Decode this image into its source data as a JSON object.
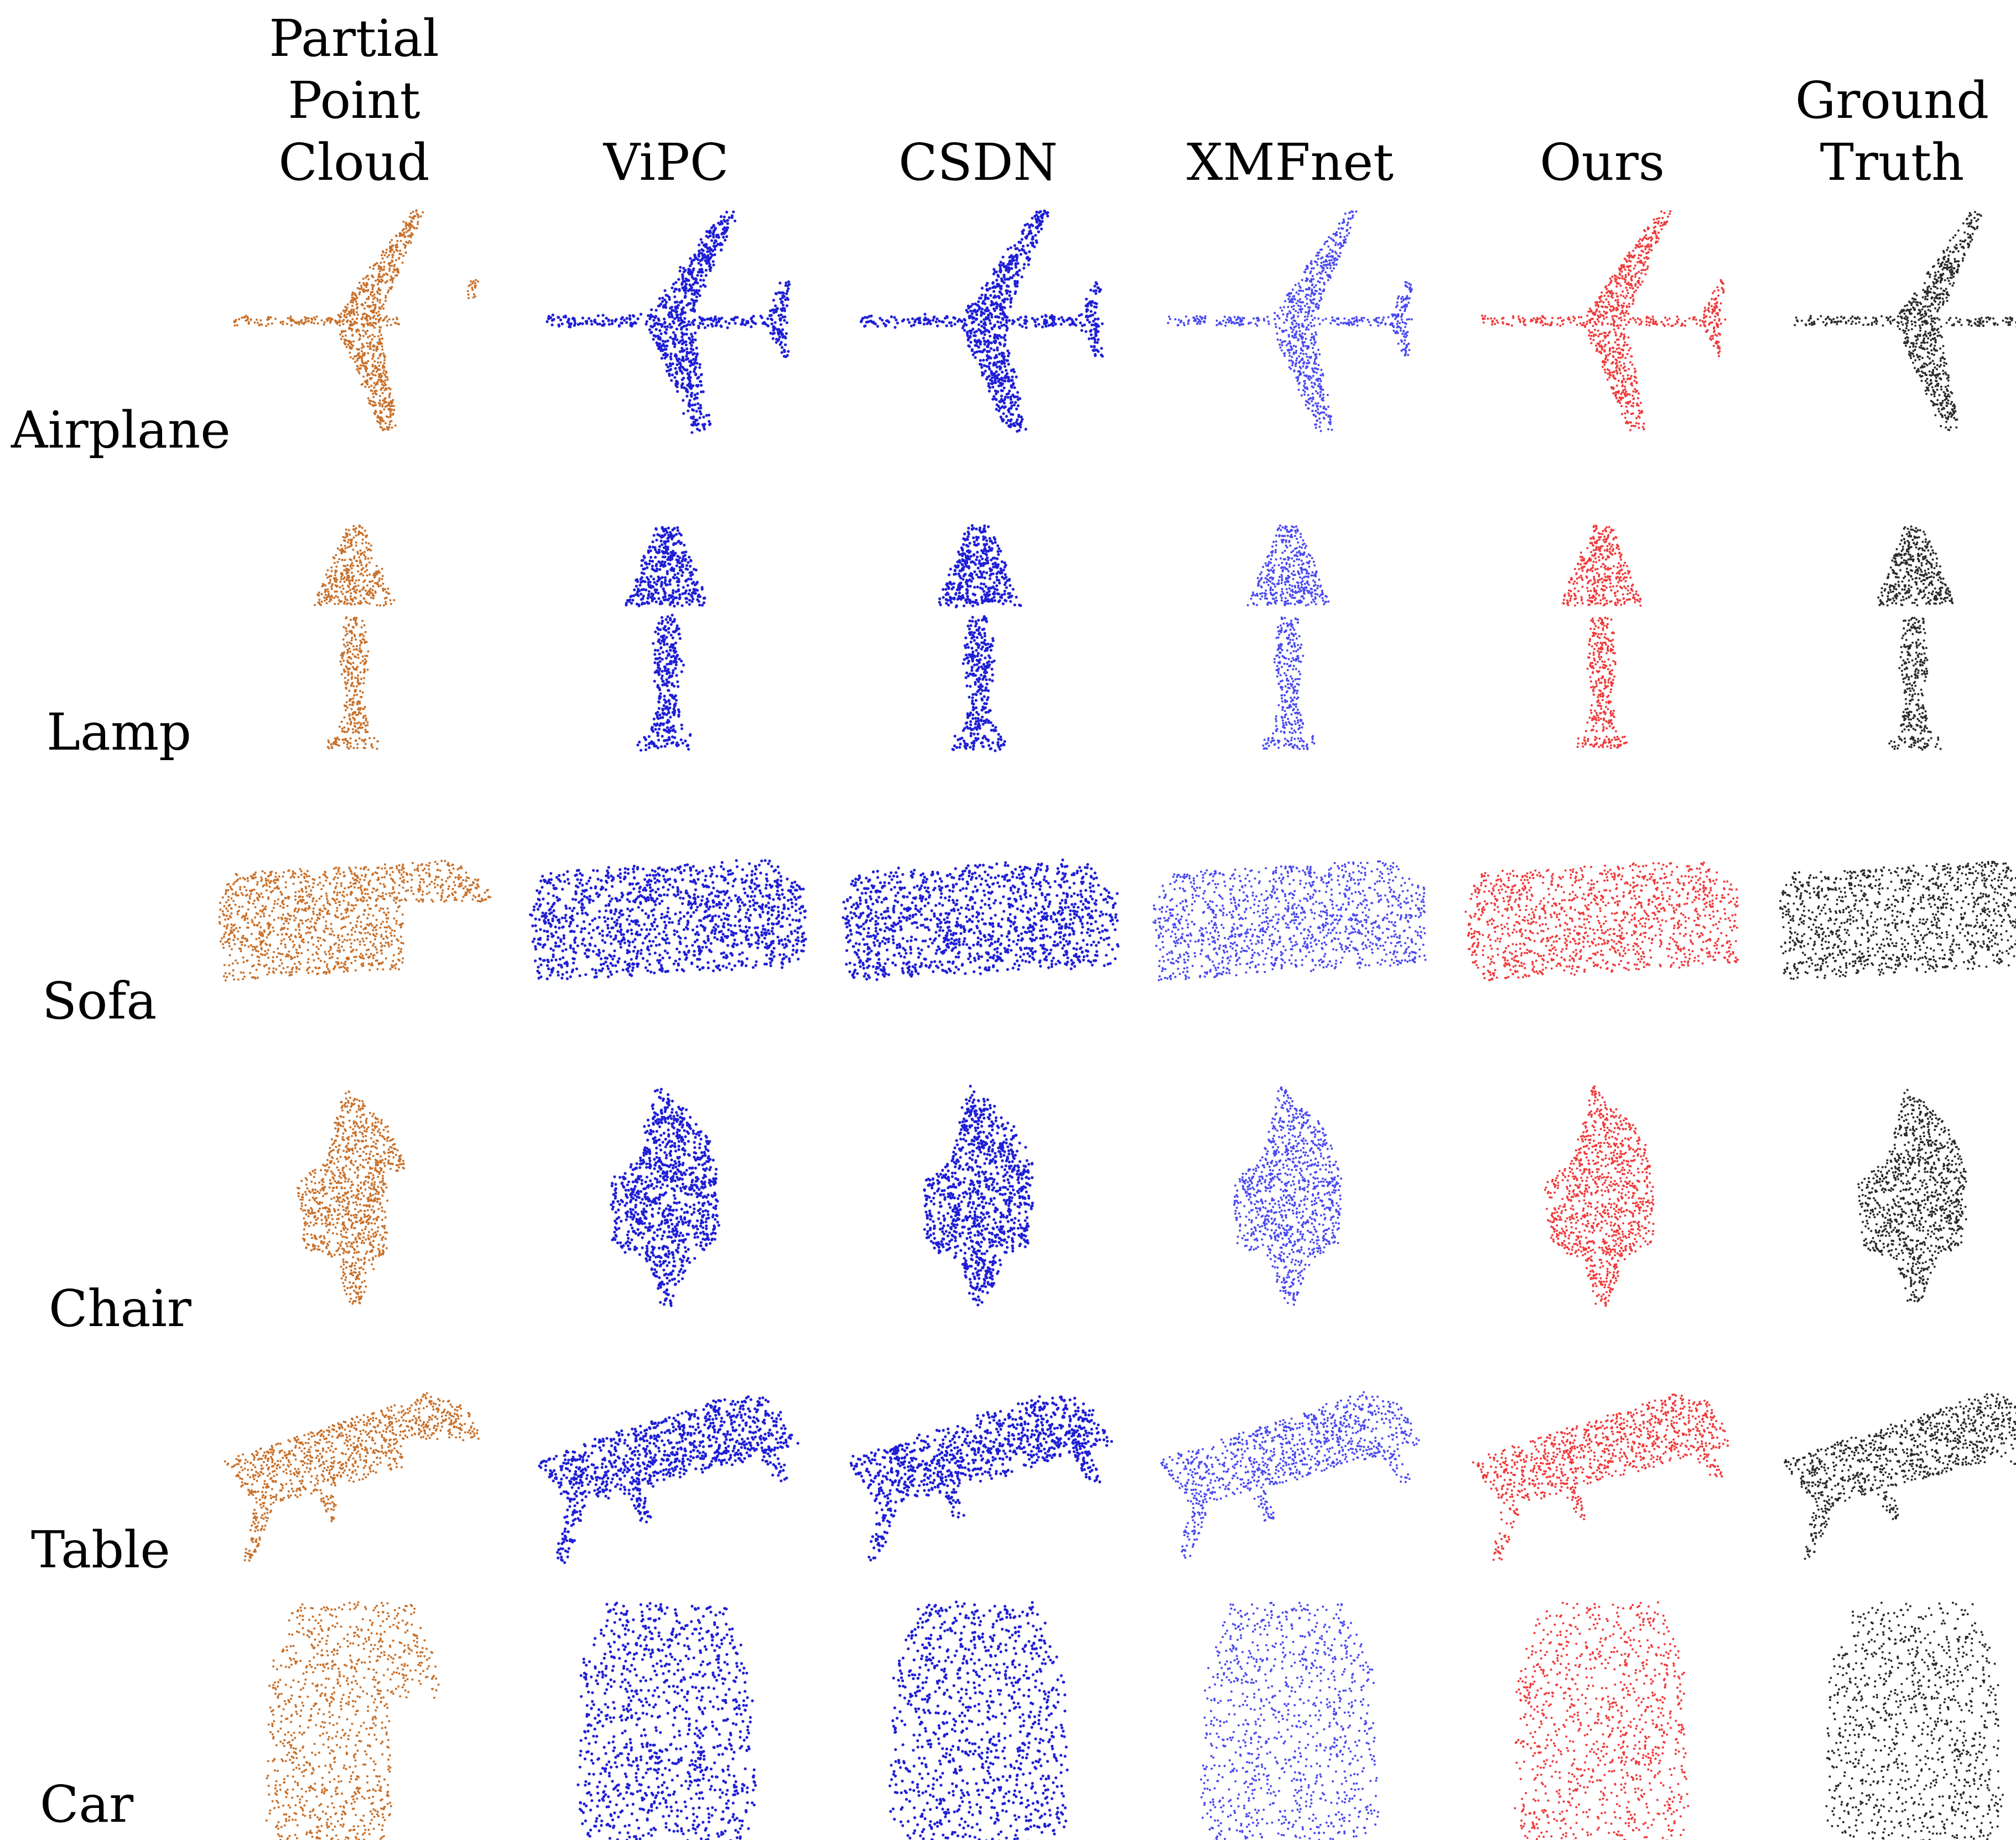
{
  "columns": [
    {
      "label": "Partial\nPoint\nCloud",
      "color": "#c9702a"
    },
    {
      "label": "ViPC",
      "color": "#1f1fd6"
    },
    {
      "label": "CSDN",
      "color": "#1f1fd6"
    },
    {
      "label": "XMFnet",
      "color": "#4a4af0"
    },
    {
      "label": "Ours",
      "color": "#f03a3a"
    },
    {
      "label": "Ground\nTruth",
      "color": "#2b2b2b"
    }
  ],
  "rows": [
    {
      "label": "Airplane",
      "shape": "airplane"
    },
    {
      "label": "Lamp",
      "shape": "lamp"
    },
    {
      "label": "Sofa",
      "shape": "sofa"
    },
    {
      "label": "Chair",
      "shape": "chair"
    },
    {
      "label": "Table",
      "shape": "table"
    },
    {
      "label": "Car",
      "shape": "car"
    }
  ]
}
